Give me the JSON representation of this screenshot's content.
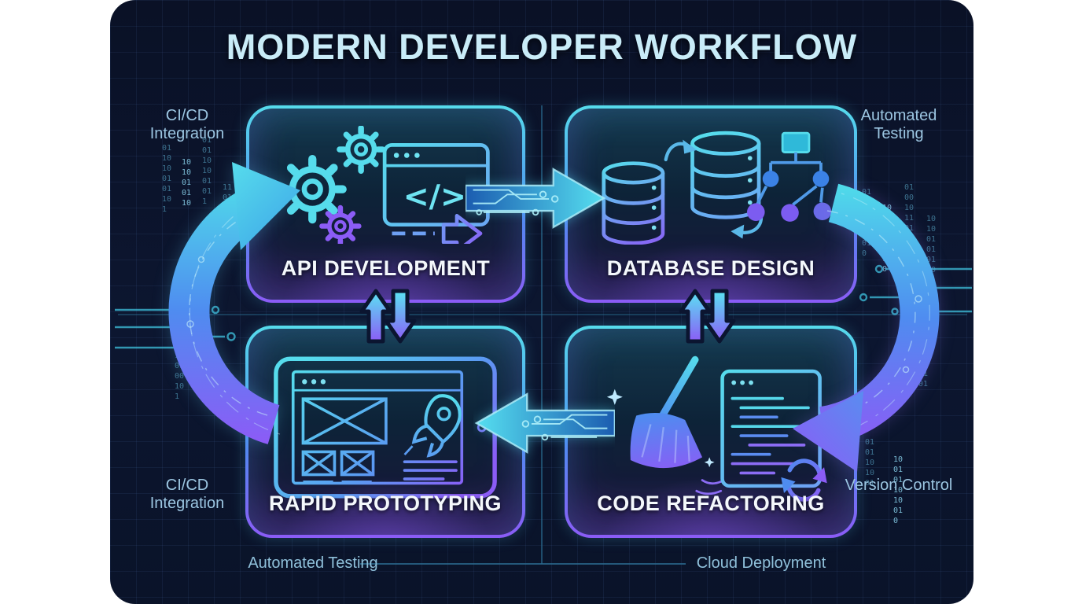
{
  "title": "MODERN DEVELOPER WORKFLOW",
  "nodes": {
    "api": {
      "label": "API DEVELOPMENT",
      "code_symbol": "</>"
    },
    "database": {
      "label": "DATABASE DESIGN"
    },
    "prototyping": {
      "label": "RAPID PROTOTYPING"
    },
    "refactoring": {
      "label": "CODE REFACTORING"
    }
  },
  "side_labels": {
    "top_left": "CI/CD Integration",
    "top_right": "Automated Testing",
    "bottom_left": "CI/CD Integration",
    "bottom_right": "Version Control"
  },
  "footer": {
    "left": "Automated Testing",
    "right": "Cloud Deployment"
  },
  "colors": {
    "accent_cyan": "#4fd9ea",
    "accent_blue": "#3b82e6",
    "accent_purple": "#8b5cf6",
    "panel_background": "#0b1228",
    "title_text": "#c9ecf8",
    "side_label_text": "#9cc6e2",
    "node_label_text": "#f4f8fc"
  },
  "background": {
    "binary_columns": [
      "0110100101101",
      "1010010110",
      "0101101001011",
      "1101001010011",
      "0010110100101",
      "1010110010",
      "0101001011010",
      "1011010010110",
      "0100101101001",
      "1010010101101",
      "0101101001",
      "1001011010010",
      "0110100101"
    ]
  }
}
